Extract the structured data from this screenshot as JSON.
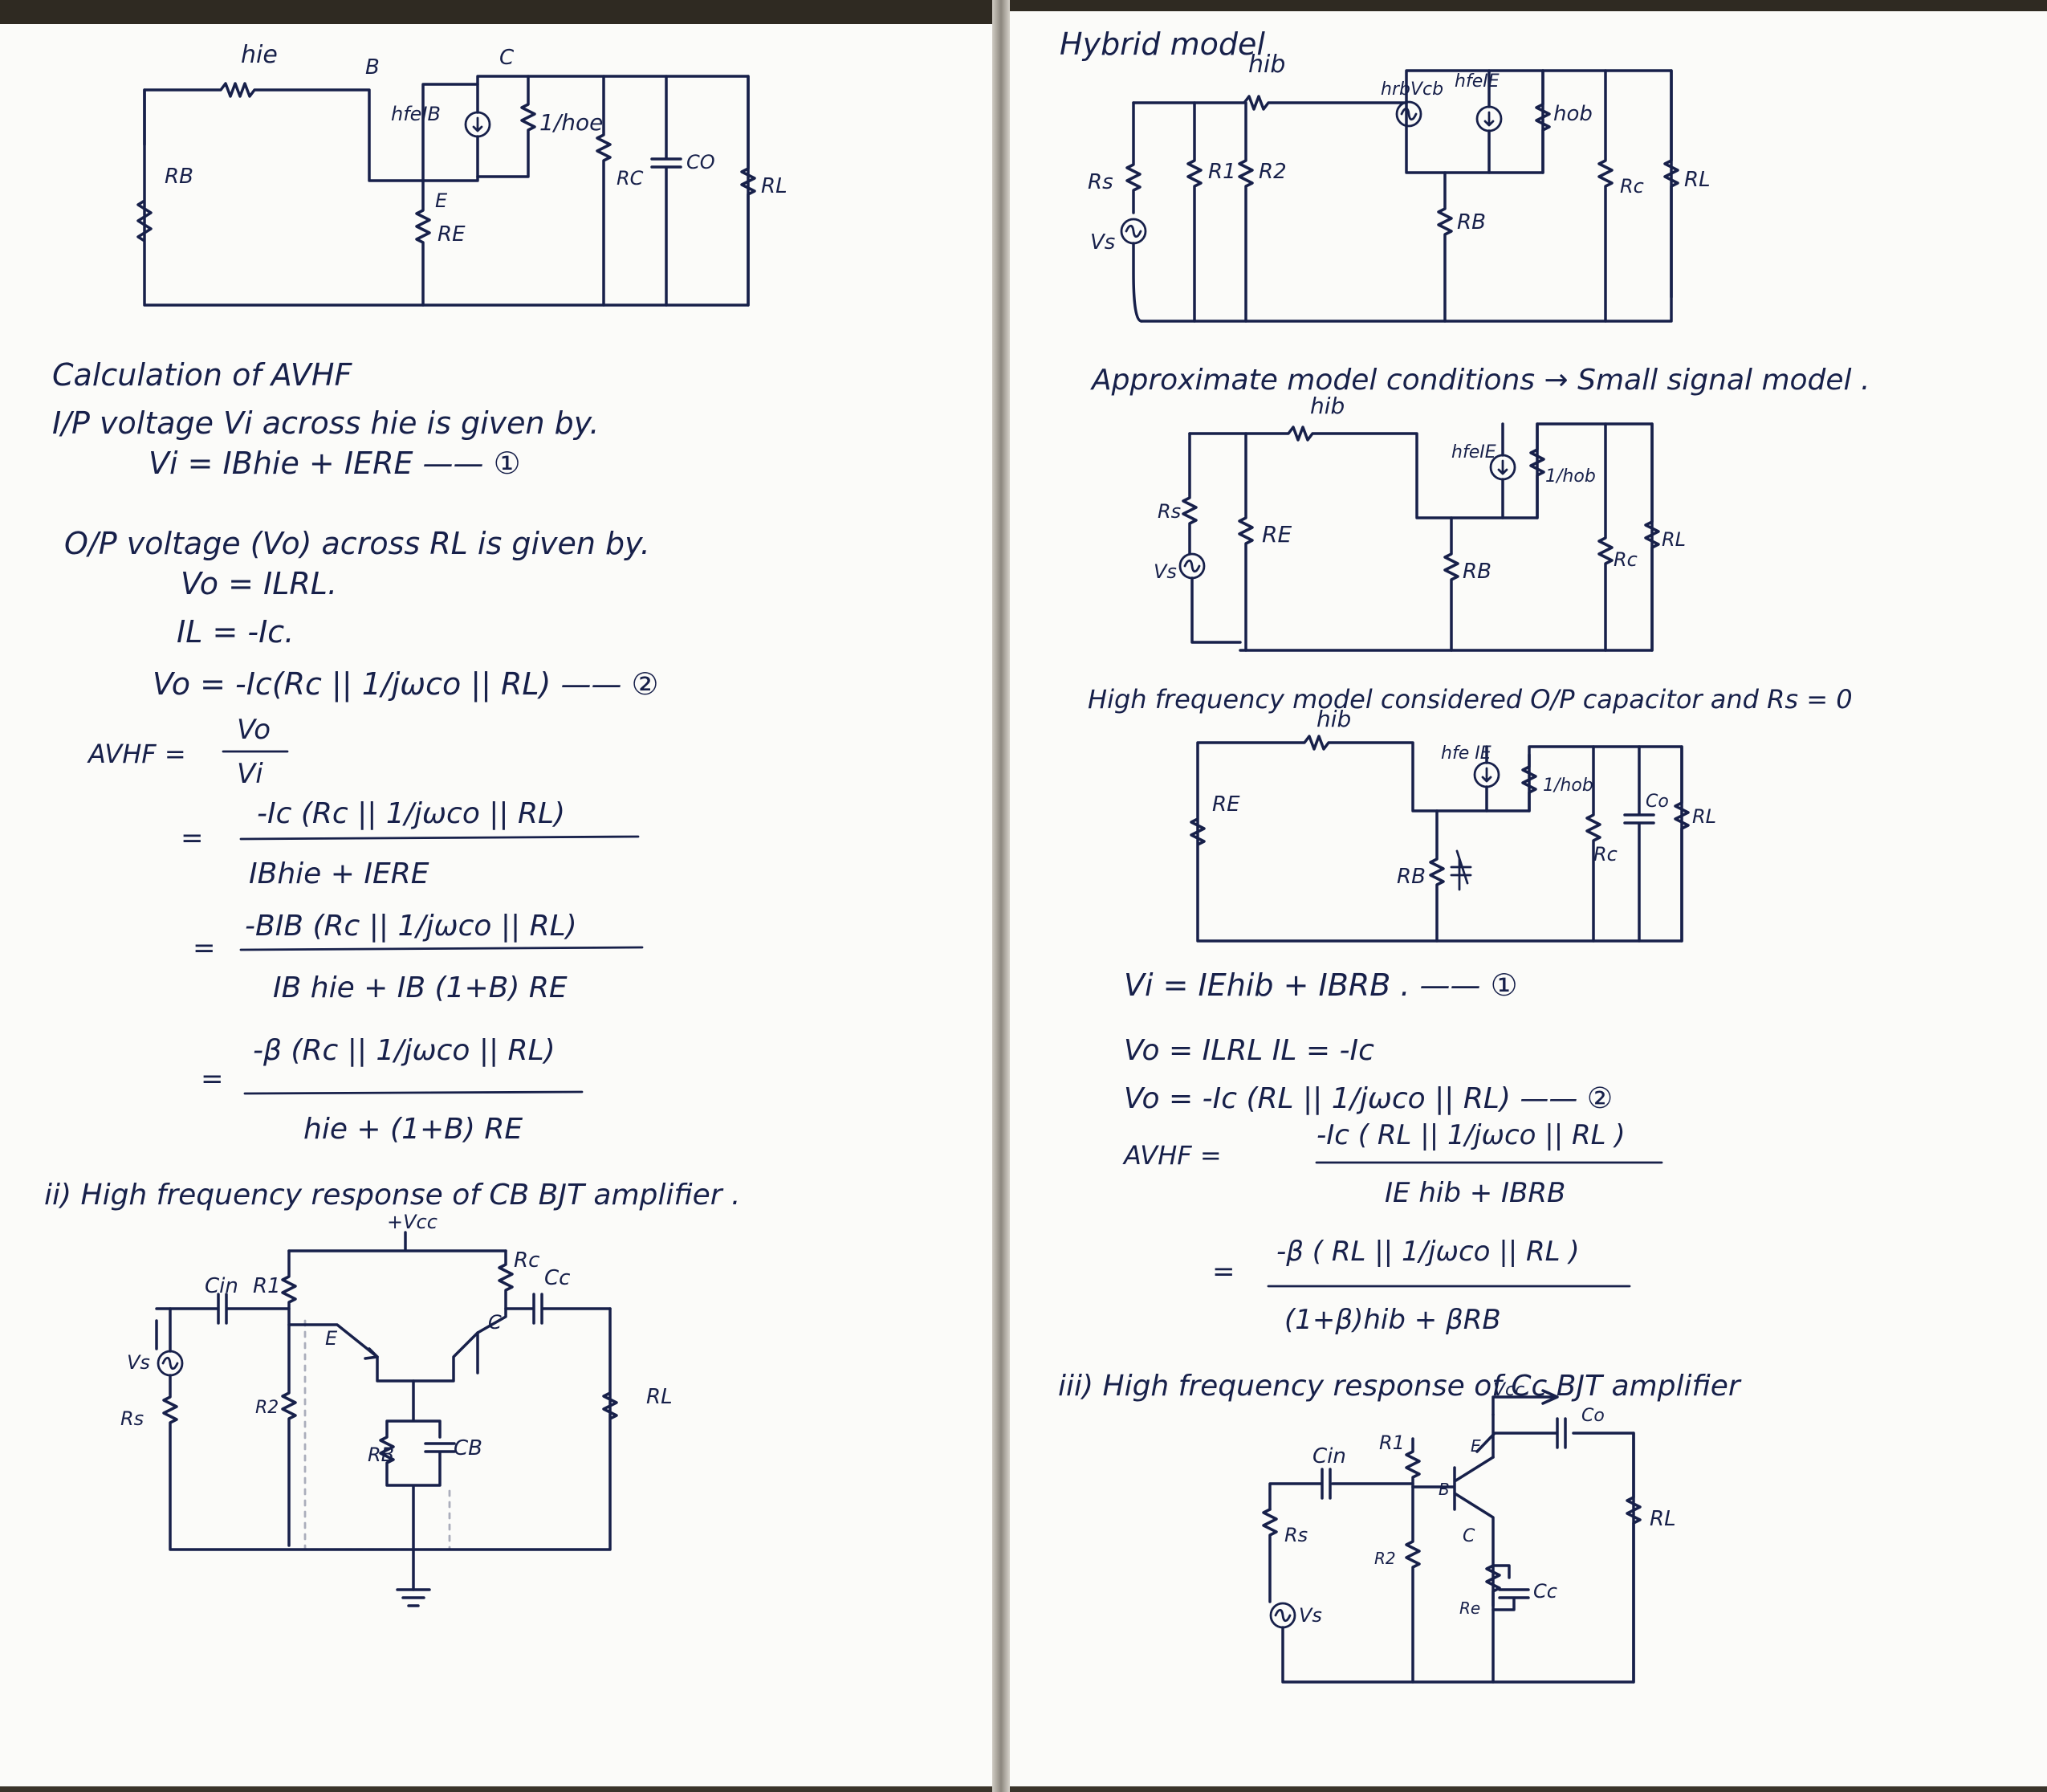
{
  "left": {
    "circuit1": {
      "hie": "hie",
      "B": "B",
      "C": "C",
      "hfeIB": "hfeIB",
      "hoe": "1/hoe",
      "RB": "RB",
      "E": "E",
      "RE": "RE",
      "RC": "RC",
      "CO": "CO",
      "RL": "RL"
    },
    "text": {
      "l1": "Calculation of AVHF",
      "l2": "I/P voltage Vi across hie is given by.",
      "l3": "Vi = IBhie + IERE —— ①",
      "l4": "O/P voltage (Vo) across RL is given by.",
      "l5": "Vo = ILRL.",
      "l6": "IL = -Ic.",
      "l7": "Vo = -Ic(Rc || 1/jωco || RL) —— ②",
      "avhf": "AVHF =",
      "f1n": "Vo",
      "f1d": "Vi",
      "eq": "=",
      "f2n": "-Ic (Rc || 1/jωco || RL)",
      "f2d": "IBhie + IERE",
      "f3n": "-BIB (Rc || 1/jωco || RL)",
      "f3d": "IB hie + IB (1+B) RE",
      "f4n": "-β (Rc || 1/jωco || RL)",
      "f4d": "hie + (1+B) RE",
      "h2": "ii) High frequency response of CB BJT amplifier ."
    },
    "circuit2": {
      "vcc": "+Vcc",
      "cin": "Cin",
      "r1": "R1",
      "rc": "Rc",
      "cc": "Cc",
      "vs": "Vs",
      "rs": "Rs",
      "r2": "R2",
      "e": "E",
      "c": "C",
      "rl": "RL",
      "rb": "RB",
      "cb": "CB"
    }
  },
  "right": {
    "title": "Hybrid model",
    "circuit3": {
      "hib": "hib",
      "hrb": "hrbVcb",
      "hfe": "hfeIE",
      "hob": "hob",
      "rs": "Rs",
      "r1": "R1",
      "r2": "R2",
      "vs": "Vs",
      "rb": "RB",
      "rc": "Rc",
      "rl": "RL"
    },
    "approx": "Approximate model conditions → Small signal model .",
    "circuit4": {
      "hib": "hib",
      "hfe": "hfeIE",
      "hob": "1/hob",
      "rs": "Rs",
      "re": "RE",
      "vs": "Vs",
      "rb": "RB",
      "rc": "Rc",
      "rl": "RL"
    },
    "hfm": "High frequency model considered O/P capacitor and Rs = 0",
    "circuit5": {
      "hib": "hib",
      "hfe": "hfe IE",
      "hob": "1/hob",
      "re": "RE",
      "rb": "RB",
      "rc": "Rc",
      "co": "Co",
      "rl": "RL"
    },
    "text": {
      "l1": "Vi = IEhib + IBRB . —— ①",
      "l2": "Vo = ILRL     IL = -Ic",
      "l3": "Vo = -Ic (RL || 1/jωco || RL) —— ②",
      "avhf": "AVHF =",
      "f1n": "-Ic ( RL || 1/jωco || RL )",
      "f1d": "IE hib + IBRB",
      "eq": "=",
      "f2n": "-β ( RL || 1/jωco || RL )",
      "f2d": "(1+β)hib + βRB",
      "h3": "iii) High frequency response of Cc BJT amplifier"
    },
    "circuit6": {
      "vcc": "Vcc",
      "co": "Co",
      "cin": "Cin",
      "r1": "R1",
      "e": "E",
      "b": "B",
      "rl": "RL",
      "rs": "Rs",
      "c": "C",
      "r2": "R2",
      "cc": "Cc",
      "re": "Re",
      "vs": "Vs"
    }
  }
}
